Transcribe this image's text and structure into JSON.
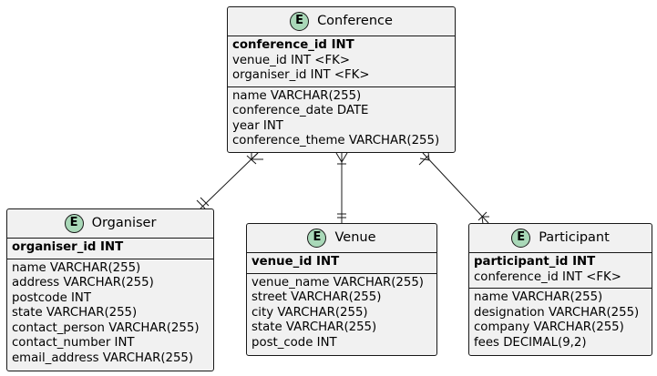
{
  "entity_marker": "E",
  "entities": {
    "conference": {
      "name": "Conference",
      "keys": [
        "conference_id INT",
        "venue_id INT <FK>",
        "organiser_id INT <FK>"
      ],
      "attrs": [
        "name VARCHAR(255)",
        "conference_date DATE",
        "year INT",
        "conference_theme VARCHAR(255)"
      ]
    },
    "organiser": {
      "name": "Organiser",
      "keys": [
        "organiser_id INT"
      ],
      "attrs": [
        "name VARCHAR(255)",
        "address VARCHAR(255)",
        "postcode INT",
        "state VARCHAR(255)",
        "contact_person VARCHAR(255)",
        "contact_number INT",
        "email_address VARCHAR(255)"
      ]
    },
    "venue": {
      "name": "Venue",
      "keys": [
        "venue_id INT"
      ],
      "attrs": [
        "venue_name VARCHAR(255)",
        "street VARCHAR(255)",
        "city VARCHAR(255)",
        "state VARCHAR(255)",
        "post_code INT"
      ]
    },
    "participant": {
      "name": "Participant",
      "keys": [
        "participant_id INT",
        "conference_id INT <FK>"
      ],
      "attrs": [
        "name VARCHAR(255)",
        "designation VARCHAR(255)",
        "company VARCHAR(255)",
        "fees DECIMAL(9,2)"
      ]
    }
  },
  "relationships": [
    {
      "from": "conference",
      "to": "organiser",
      "from_cardinality": "one-or-many",
      "to_cardinality": "exactly-one"
    },
    {
      "from": "conference",
      "to": "venue",
      "from_cardinality": "one-or-many",
      "to_cardinality": "exactly-one"
    },
    {
      "from": "conference",
      "to": "participant",
      "from_cardinality": "one-or-many",
      "to_cardinality": "one-or-many"
    }
  ]
}
